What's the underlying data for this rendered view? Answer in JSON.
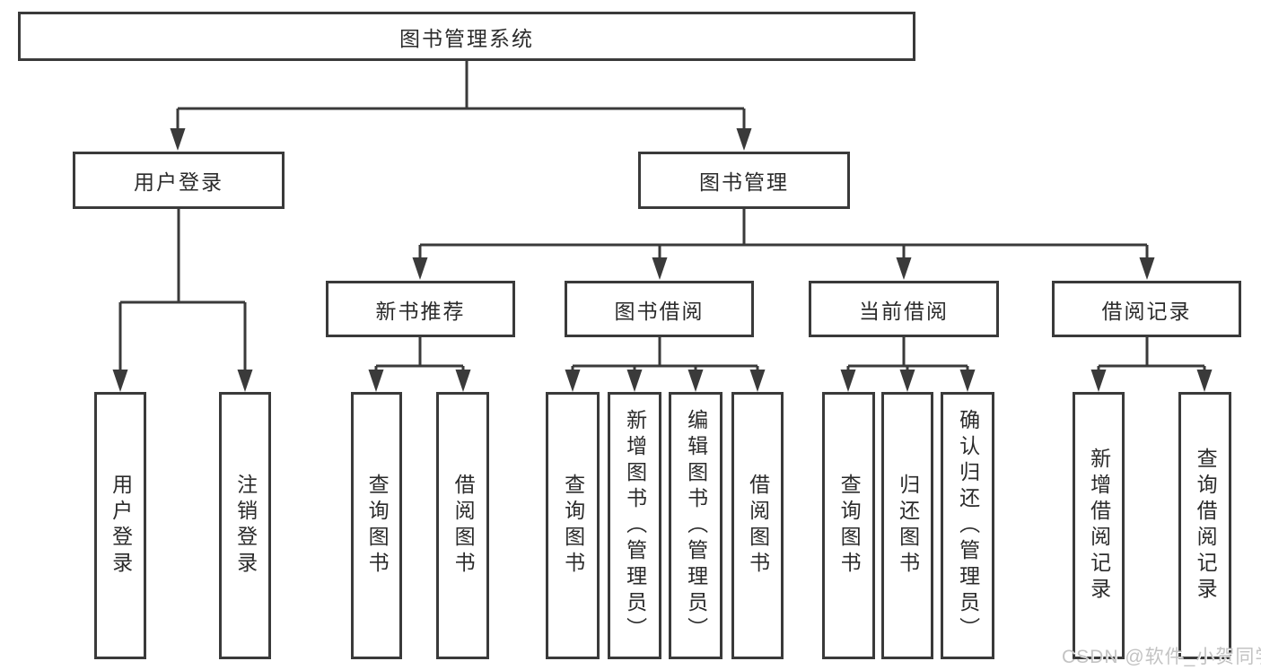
{
  "tree": {
    "root": {
      "label": "图书管理系统"
    },
    "user_login": {
      "label": "用户登录",
      "children": [
        {
          "label": "用户登录"
        },
        {
          "label": "注销登录"
        }
      ]
    },
    "book_management": {
      "label": "图书管理",
      "children": [
        {
          "label": "新书推荐",
          "children": [
            {
              "label": "查询图书"
            },
            {
              "label": "借阅图书"
            }
          ]
        },
        {
          "label": "图书借阅",
          "children": [
            {
              "label": "查询图书"
            },
            {
              "label": "新增图书（管理员）"
            },
            {
              "label": "编辑图书（管理员）"
            },
            {
              "label": "借阅图书"
            }
          ]
        },
        {
          "label": "当前借阅",
          "children": [
            {
              "label": "查询图书"
            },
            {
              "label": "归还图书"
            },
            {
              "label": "确认归还（管理员）"
            }
          ]
        },
        {
          "label": "借阅记录",
          "children": [
            {
              "label": "新增借阅记录"
            },
            {
              "label": "查询借阅记录"
            }
          ]
        }
      ]
    }
  },
  "watermark": {
    "text": "CSDN @软件_小贺同学"
  },
  "colors": {
    "line": "#3a3a3a",
    "text": "#2b2b2b",
    "box_background": "#ffffff",
    "page_background": "#ffffff",
    "watermark": "#c3c3c3"
  }
}
